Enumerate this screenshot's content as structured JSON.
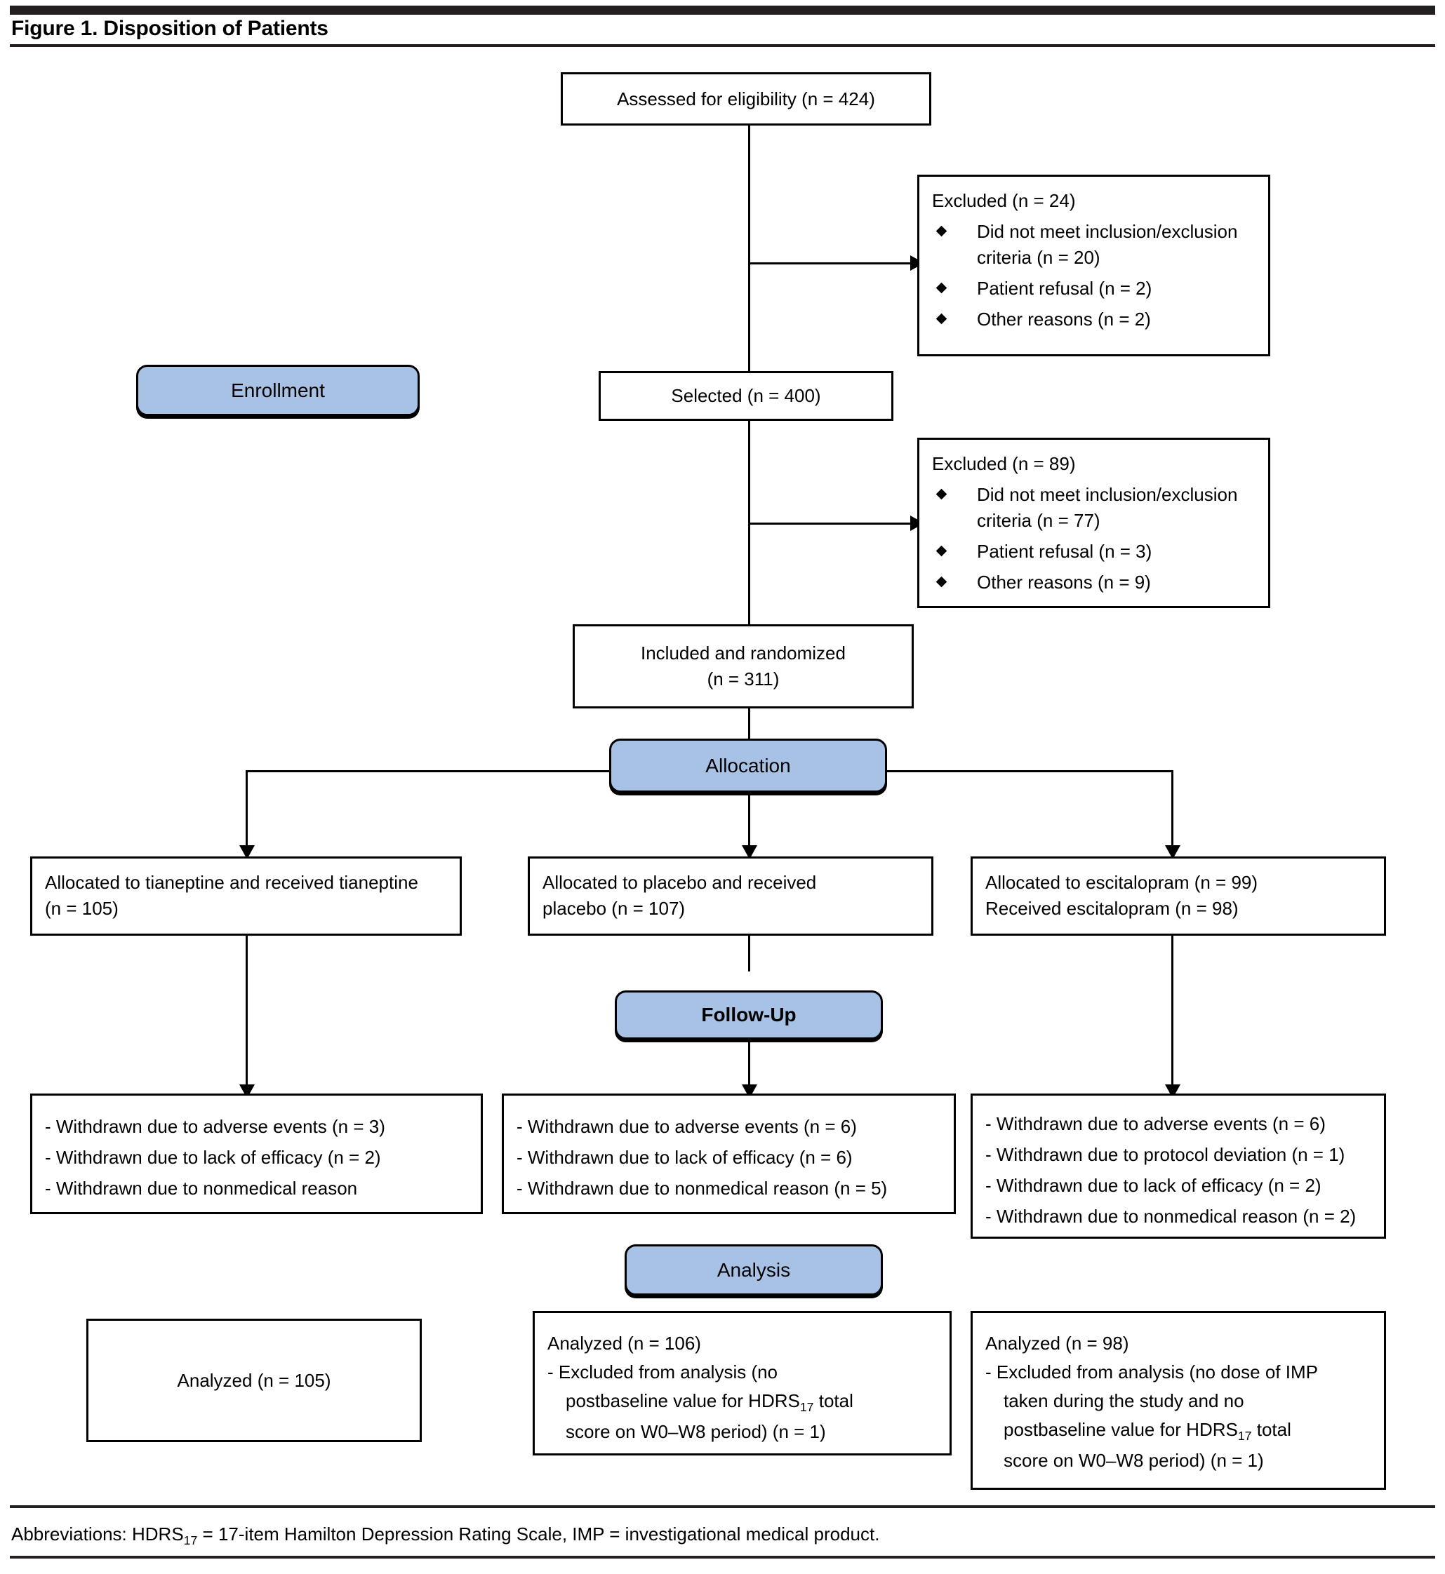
{
  "header": {
    "title": "Figure 1. Disposition of Patients"
  },
  "footer": {
    "abbreviations_prefix": "Abbreviations: HDRS",
    "abbreviations_sub": "17",
    "abbreviations_rest": " = 17-item Hamilton Depression Rating Scale, IMP = investigational medical product."
  },
  "stages": {
    "enrollment": "Enrollment",
    "allocation": "Allocation",
    "followup": "Follow-Up",
    "analysis": "Analysis"
  },
  "nodes": {
    "assessed": "Assessed for eligibility (n = 424)",
    "selected": "Selected (n = 400)",
    "randomized_line1": "Included and randomized",
    "randomized_line2": "(n = 311)"
  },
  "excluded_1": {
    "title": "Excluded (n = 24)",
    "items": [
      "Did not meet inclusion/exclusion criteria (n = 20)",
      "Patient refusal (n = 2)",
      "Other reasons (n = 2)"
    ]
  },
  "excluded_2": {
    "title": "Excluded (n = 89)",
    "items": [
      "Did not meet inclusion/exclusion criteria (n = 77)",
      "Patient refusal  (n = 3)",
      "Other reasons  (n = 9)"
    ]
  },
  "allocation_boxes": [
    {
      "line1": "Allocated to tianeptine and received tianeptine",
      "line2": "(n = 105)"
    },
    {
      "line1": "Allocated to placebo and received",
      "line2": "placebo (n = 107)"
    },
    {
      "line1": "Allocated to escitalopram (n = 99)",
      "line2": "Received escitalopram (n = 98)"
    }
  ],
  "followup_boxes": [
    {
      "items": [
        "- Withdrawn due to adverse events (n = 3)",
        "- Withdrawn due to lack of efficacy (n = 2)",
        "- Withdrawn due to nonmedical reason"
      ]
    },
    {
      "items": [
        "- Withdrawn due to adverse events (n = 6)",
        "- Withdrawn due to lack of efficacy (n = 6)",
        "- Withdrawn  due to nonmedical reason (n = 5)"
      ]
    },
    {
      "items": [
        "- Withdrawn due to adverse events (n = 6)",
        "- Withdrawn due to protocol deviation (n = 1)",
        "- Withdrawn due to lack of efficacy (n = 2)",
        "- Withdrawn due to nonmedical reason (n = 2)"
      ]
    }
  ],
  "analysis_boxes": {
    "tianeptine": {
      "analyzed": "Analyzed (n = 105)"
    },
    "placebo": {
      "analyzed": "Analyzed (n = 106)",
      "excluded_a": "- Excluded from analysis (no",
      "excluded_b_pre": "postbaseline value for HDRS",
      "excluded_b_sub": "17",
      "excluded_b_post": " total",
      "excluded_c": "score on W0–W8 period) (n = 1)"
    },
    "escitalopram": {
      "analyzed": "Analyzed (n = 98)",
      "excluded_a": "- Excluded from analysis (no dose of IMP",
      "excluded_b": "taken during the study and no",
      "excluded_c_pre": "postbaseline value for HDRS",
      "excluded_c_sub": "17",
      "excluded_c_post": " total",
      "excluded_d": "score on W0–W8 period) (n = 1)"
    }
  },
  "colors": {
    "stage_fill": "#a8c2e6",
    "line": "#000000",
    "rule": "#231f20"
  }
}
